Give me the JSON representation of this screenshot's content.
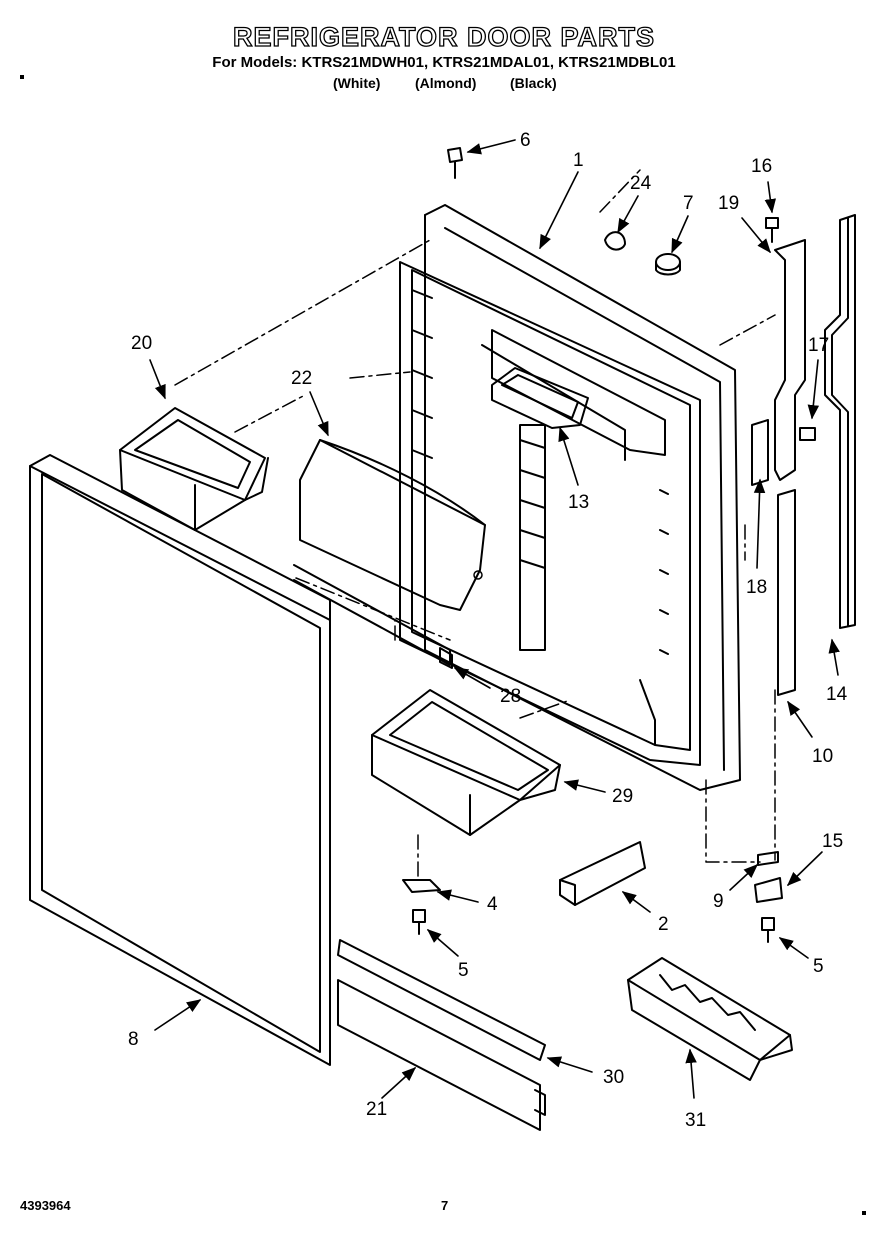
{
  "header": {
    "title": "REFRIGERATOR DOOR PARTS",
    "models_line": "For Models: KTRS21MDWH01, KTRS21MDAL01, KTRS21MDBL01",
    "colors": [
      "(White)",
      "(Almond)",
      "(Black)"
    ]
  },
  "footer": {
    "doc_number": "4393964",
    "page_number": "7"
  },
  "callouts": [
    {
      "id": "c6",
      "label": "6"
    },
    {
      "id": "c1",
      "label": "1"
    },
    {
      "id": "c24",
      "label": "24"
    },
    {
      "id": "c7",
      "label": "7"
    },
    {
      "id": "c16",
      "label": "16"
    },
    {
      "id": "c19",
      "label": "19"
    },
    {
      "id": "c20",
      "label": "20"
    },
    {
      "id": "c22",
      "label": "22"
    },
    {
      "id": "c17",
      "label": "17"
    },
    {
      "id": "c13",
      "label": "13"
    },
    {
      "id": "c18",
      "label": "18"
    },
    {
      "id": "c14",
      "label": "14"
    },
    {
      "id": "c28",
      "label": "28"
    },
    {
      "id": "c10",
      "label": "10"
    },
    {
      "id": "c29",
      "label": "29"
    },
    {
      "id": "c15",
      "label": "15"
    },
    {
      "id": "c4",
      "label": "4"
    },
    {
      "id": "c2",
      "label": "2"
    },
    {
      "id": "c9",
      "label": "9"
    },
    {
      "id": "c5a",
      "label": "5"
    },
    {
      "id": "c5b",
      "label": "5"
    },
    {
      "id": "c8",
      "label": "8"
    },
    {
      "id": "c30",
      "label": "30"
    },
    {
      "id": "c21",
      "label": "21"
    },
    {
      "id": "c31",
      "label": "31"
    }
  ]
}
